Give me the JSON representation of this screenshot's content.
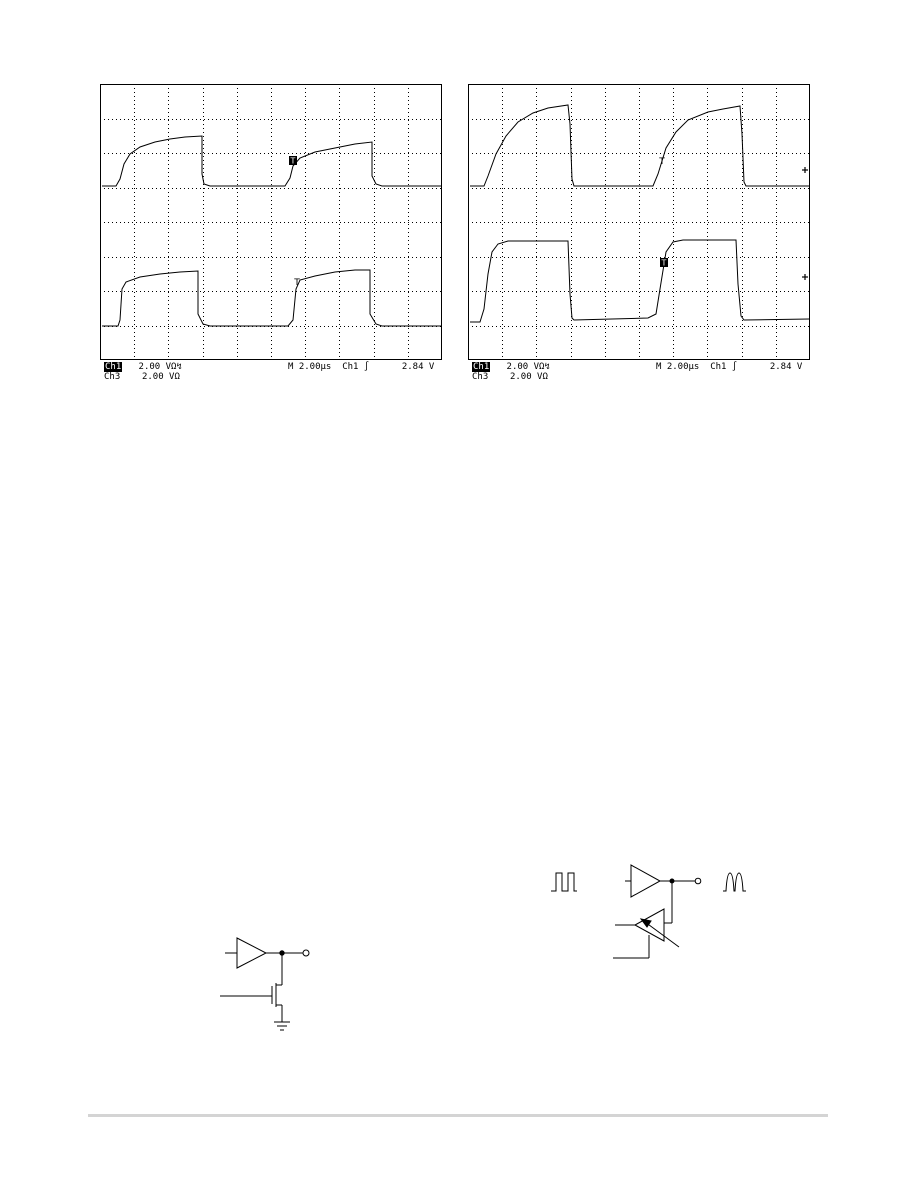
{
  "scopes": [
    {
      "id": "left",
      "ch1_label": "Ch1",
      "ch1_value": "2.00 VΩ↯",
      "ch3_label": "Ch3",
      "ch3_value": "2.00 VΩ",
      "timebase": "M 2.00µs",
      "trigger": "Ch1 ∫",
      "trigger_level": "2.84 V",
      "trigger_marker": "T"
    },
    {
      "id": "right",
      "ch1_label": "Ch1",
      "ch1_value": "2.00 VΩ↯",
      "ch3_label": "Ch3",
      "ch3_value": "2.00 VΩ",
      "timebase": "M 2.00µs",
      "trigger": "Ch1 ∫",
      "trigger_level": "2.84 V",
      "trigger_marker": "T"
    }
  ],
  "colors": {
    "trace": "#000000",
    "grid": "#000000",
    "footer_rule": "#d4d4d4"
  },
  "circuits": [
    {
      "name": "buffer-with-nmos-pulldown"
    },
    {
      "name": "buffer-with-variable-driver",
      "input_waveform": "square-wave-icon",
      "output_waveform": "rounded-pulse-icon"
    }
  ]
}
